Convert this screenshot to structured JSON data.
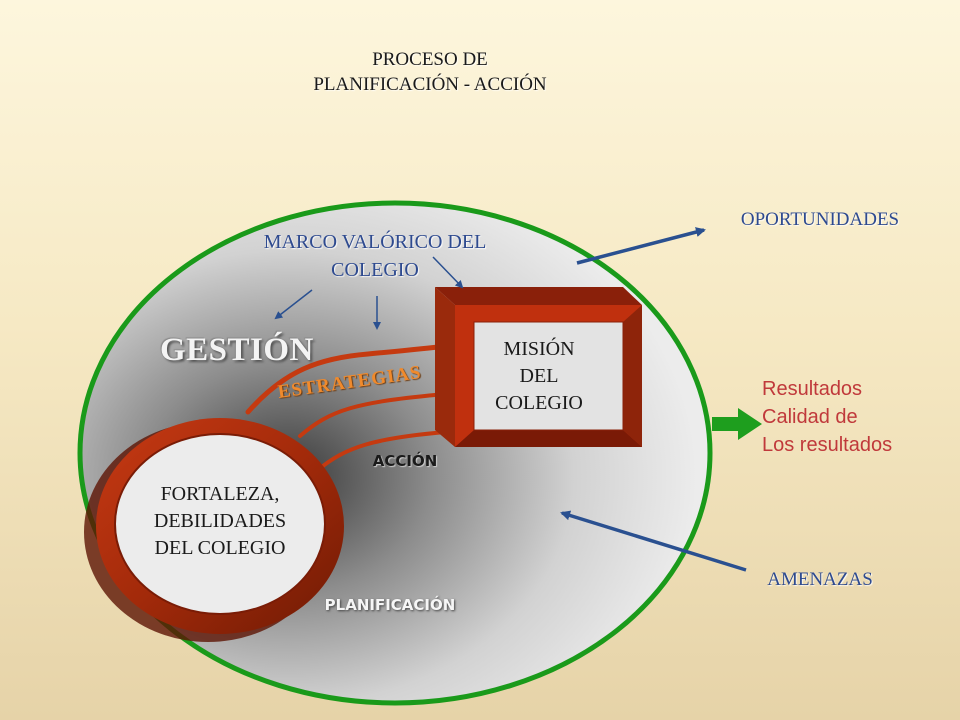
{
  "title": {
    "line1": "PROCESO DE",
    "line2": "PLANIFICACIÓN - ACCIÓN"
  },
  "marco": {
    "line1": "MARCO VALÓRICO DEL",
    "line2": "COLEGIO"
  },
  "gestion": "GESTIÓN",
  "estrategias": "ESTRATEGIAS",
  "mision": {
    "line1": "MISIÓN",
    "line2": "DEL",
    "line3": "COLEGIO"
  },
  "accion": "ACCIÓN",
  "fortaleza": {
    "line1": "FORTALEZA,",
    "line2": "DEBILIDADES",
    "line3": "DEL COLEGIO"
  },
  "planificacion": "PLANIFICACIÓN",
  "oportunidades": "OPORTUNIDADES",
  "amenazas": "AMENAZAS",
  "resultados": {
    "line1": "Resultados",
    "line2": "Calidad de",
    "line3": "Los resultados"
  },
  "colors": {
    "outer_ring": "#1a9a1a",
    "frame_red": "#b52a0c",
    "arrow_blue": "#2a5090",
    "result_red": "#c0393b",
    "green_arrow": "#1e9e1e"
  }
}
